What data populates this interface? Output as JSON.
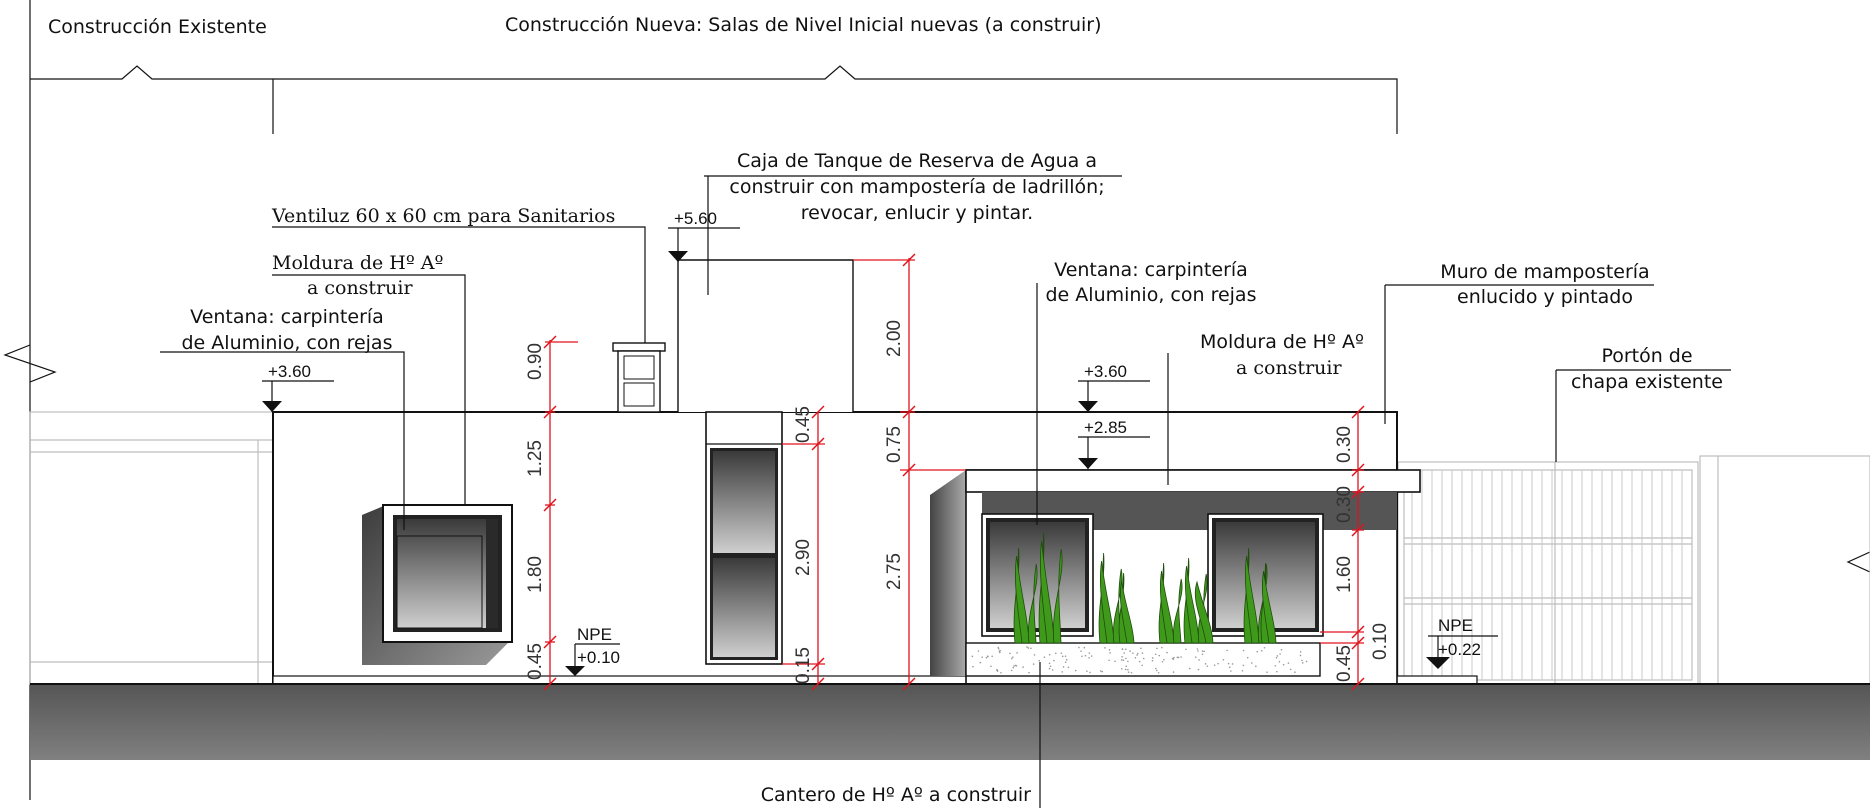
{
  "headers": {
    "existing": "Construcción Existente",
    "new": "Construcción Nueva: Salas de Nivel Inicial nuevas (a construir)"
  },
  "notes": {
    "tank": [
      "Caja de Tanque de Reserva de Agua a",
      "construir con mampostería de ladrillón;",
      "revocar, enlucir y pintar."
    ],
    "ventiluz": "Ventiluz 60 x 60 cm para Sanitarios",
    "moldura_left": [
      "Moldura de Hº Aº",
      "a construir"
    ],
    "ventana_left": [
      "Ventana: carpintería",
      "de Aluminio, con rejas"
    ],
    "ventana_right": [
      "Ventana: carpintería",
      "de Aluminio, con rejas"
    ],
    "muro": [
      "Muro de mampostería",
      "enlucido y pintado"
    ],
    "moldura_right": [
      "Moldura de Hº Aº",
      "a construir"
    ],
    "porton": [
      "Portón de",
      "chapa existente"
    ],
    "cantero": "Cantero de Hº Aº a construir"
  },
  "levels": {
    "top": "+5.60",
    "left_roof": "+3.60",
    "right_roof": "+3.60",
    "right_lower": "+2.85",
    "npe_left_label": "NPE",
    "npe_left_value": "+0.10",
    "npe_right_label": "NPE",
    "npe_right_value": "+0.22"
  },
  "dimensions": {
    "left_chain": [
      "0.90",
      "1.25",
      "1.80",
      "0.45"
    ],
    "door_chain": [
      "0.45",
      "2.90",
      "0.15"
    ],
    "middle_chain": [
      "2.00",
      "0.75",
      "2.75"
    ],
    "right_chain": [
      "0.30",
      "0.30",
      "1.60",
      "0.10",
      "0.45"
    ]
  },
  "colors": {
    "ground": "#6b6b6b",
    "dimension_lines": "#e0141e",
    "vegetation": "#3f9a1c"
  }
}
